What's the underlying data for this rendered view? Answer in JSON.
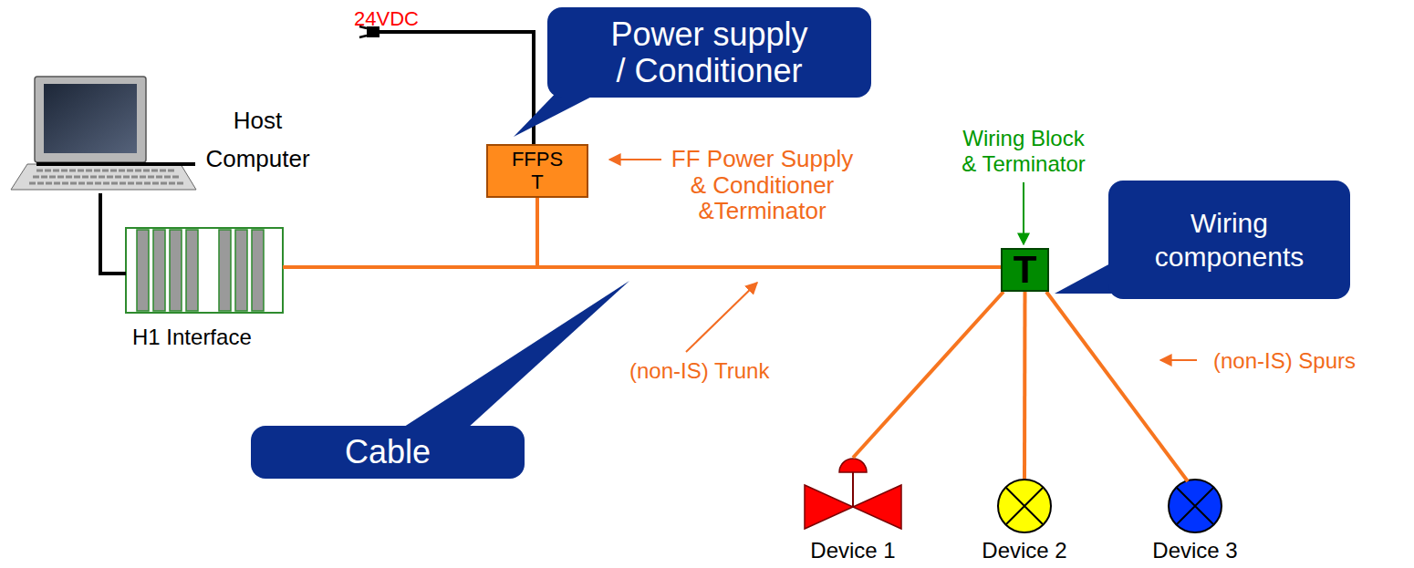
{
  "diagram": {
    "nodes": [
      {
        "text": [
          "Host Computer"
        ]
      },
      {
        "text": [
          "Power supply / Conditioner"
        ]
      },
      {
        "text": [
          "FFPS",
          "T"
        ]
      },
      {
        "text": [
          "H1 Interface"
        ]
      },
      {
        "text": [
          "T"
        ]
      },
      {
        "text": [
          "Wiring components"
        ]
      },
      {
        "text": [
          "Cable"
        ]
      },
      {
        "text": [
          "Device 1"
        ]
      },
      {
        "text": [
          "Device 2"
        ]
      },
      {
        "text": [
          "Device 3"
        ]
      }
    ],
    "edges": [
      {
        "from": 0,
        "to": 3,
        "arrow": "none"
      },
      {
        "from": 3,
        "to": 4,
        "arrow": "none"
      },
      {
        "from": 2,
        "to": 3,
        "arrow": "none"
      },
      {
        "from": 4,
        "to": 7,
        "arrow": "none"
      },
      {
        "from": 4,
        "to": 8,
        "arrow": "none"
      },
      {
        "from": 4,
        "to": 9,
        "arrow": "none"
      }
    ],
    "labels": [
      "24VDC",
      "FF Power Supply & Conditioner &Terminator",
      "Wiring Block & Terminator",
      "(non-IS) Trunk",
      "(non-IS) Spurs"
    ]
  }
}
